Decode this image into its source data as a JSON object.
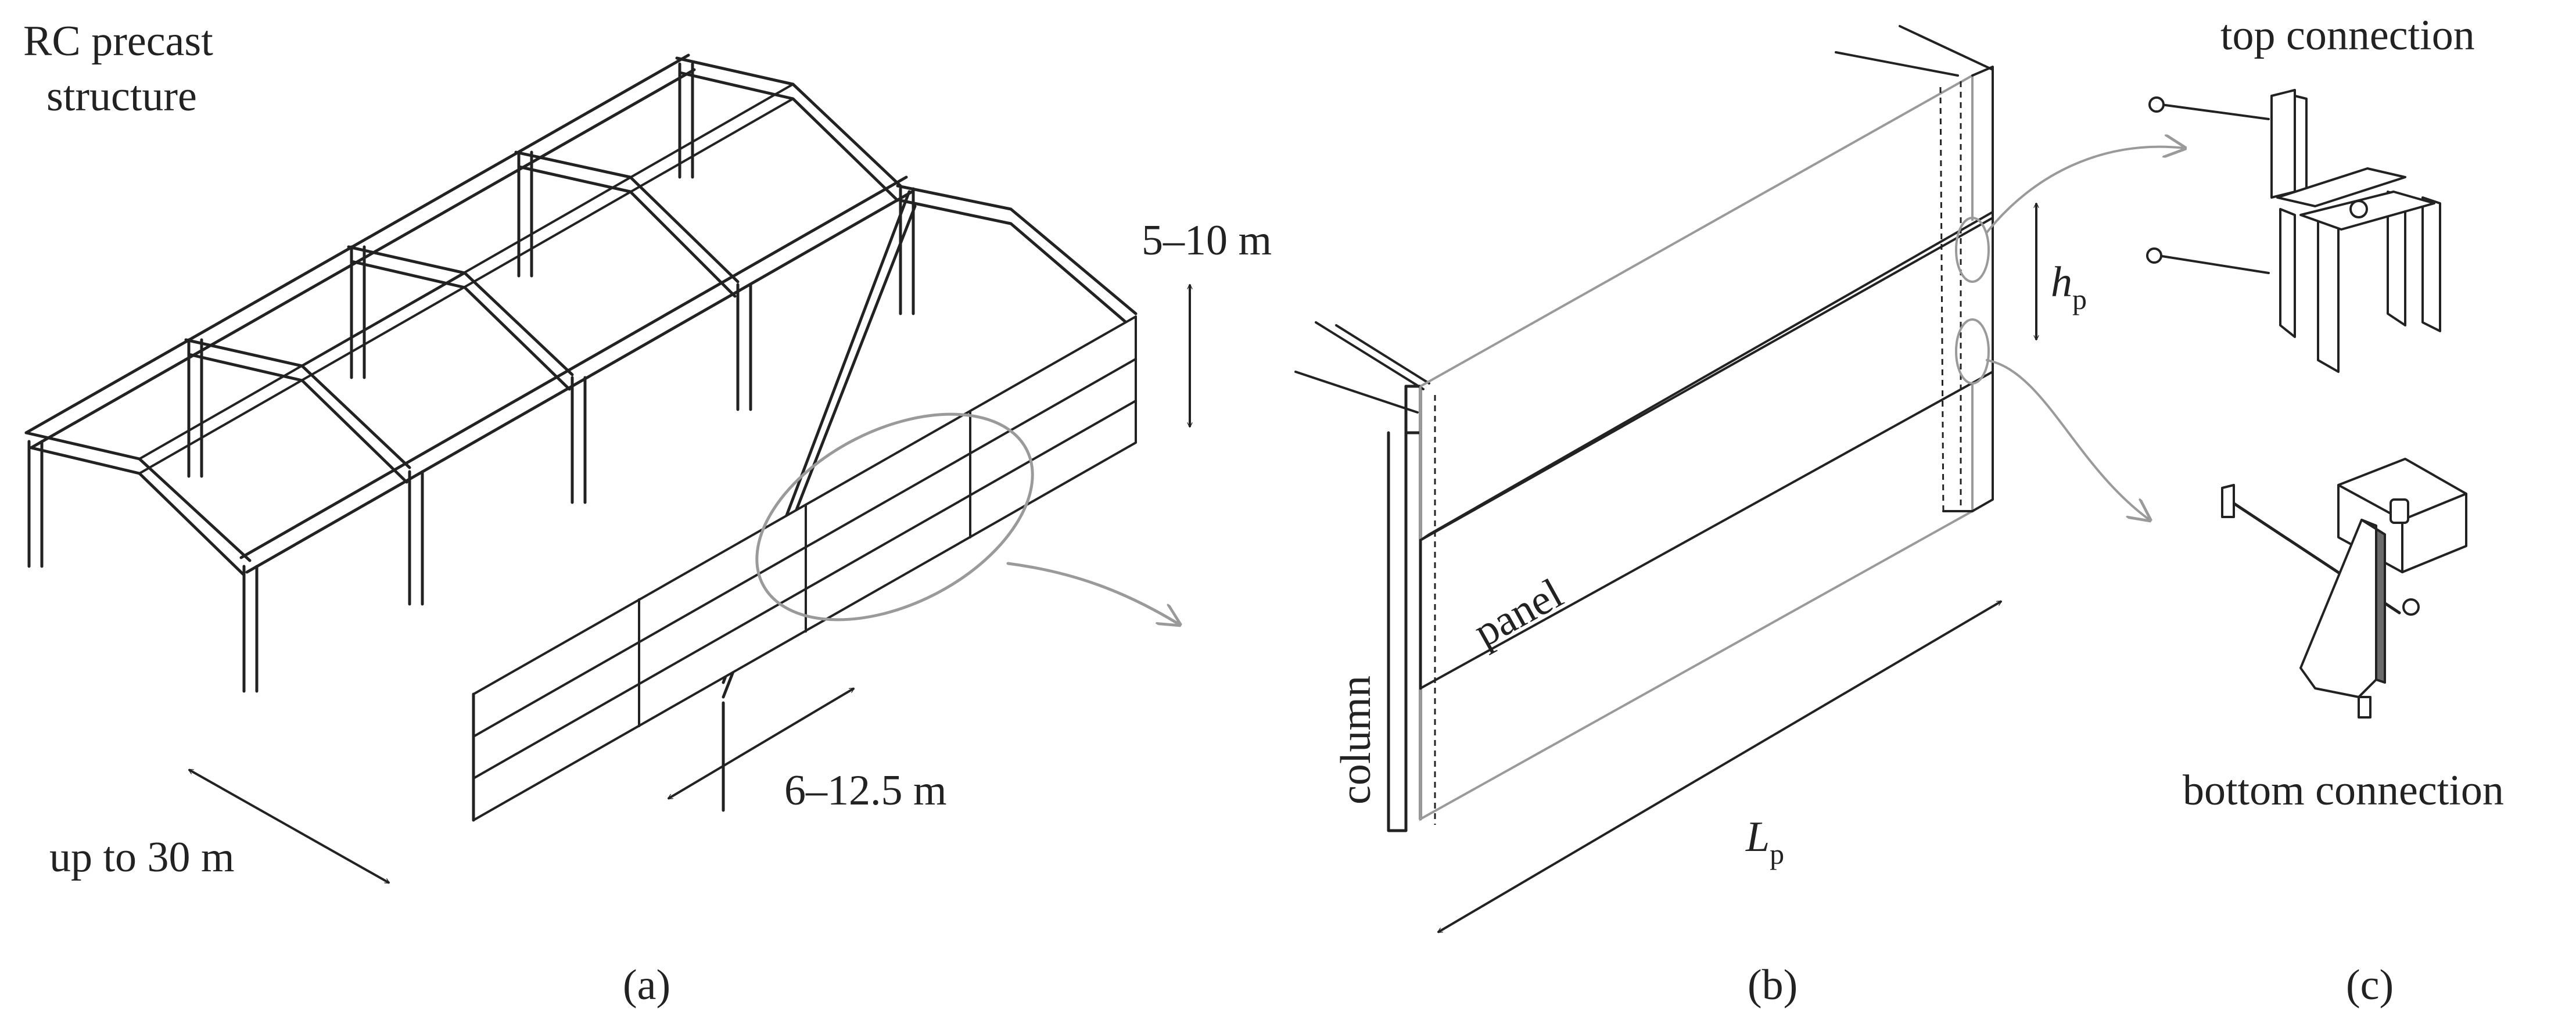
{
  "panels": {
    "a": {
      "title_line1": "RC precast",
      "title_line2": "structure",
      "height_label": "5–10 m",
      "bay_label": "6–12.5 m",
      "span_label": "up to 30 m",
      "caption": "(a)"
    },
    "b": {
      "panel_label": "panel",
      "column_label": "column",
      "length_symbol": "L",
      "length_subscript": "p",
      "height_symbol": "h",
      "height_subscript": "p",
      "caption": "(b)"
    },
    "c": {
      "top_label": "top connection",
      "bottom_label": "bottom connection",
      "caption": "(c)"
    }
  },
  "colors": {
    "ink": "#222222",
    "leader_gray": "#9a9a9a",
    "panel_shade": "#6b6b6b"
  }
}
